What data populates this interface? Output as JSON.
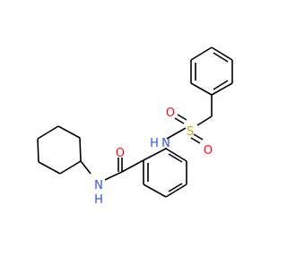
{
  "molecule": {
    "atom_labels": {
      "carbonyl_oxygen": "O",
      "amide_nitrogen": "N",
      "amide_hydrogen": "H",
      "sulfonamide_nitrogen": "N",
      "sulfonamide_hydrogen": "H",
      "sulfur": "S",
      "sulfonyl_oxygen_left": "O",
      "sulfonyl_oxygen_right": "O"
    },
    "colors": {
      "bond": "#000000",
      "oxygen": "#ff0d0d",
      "nitrogen": "#3050f8",
      "sulfur": "#c8a800"
    }
  }
}
